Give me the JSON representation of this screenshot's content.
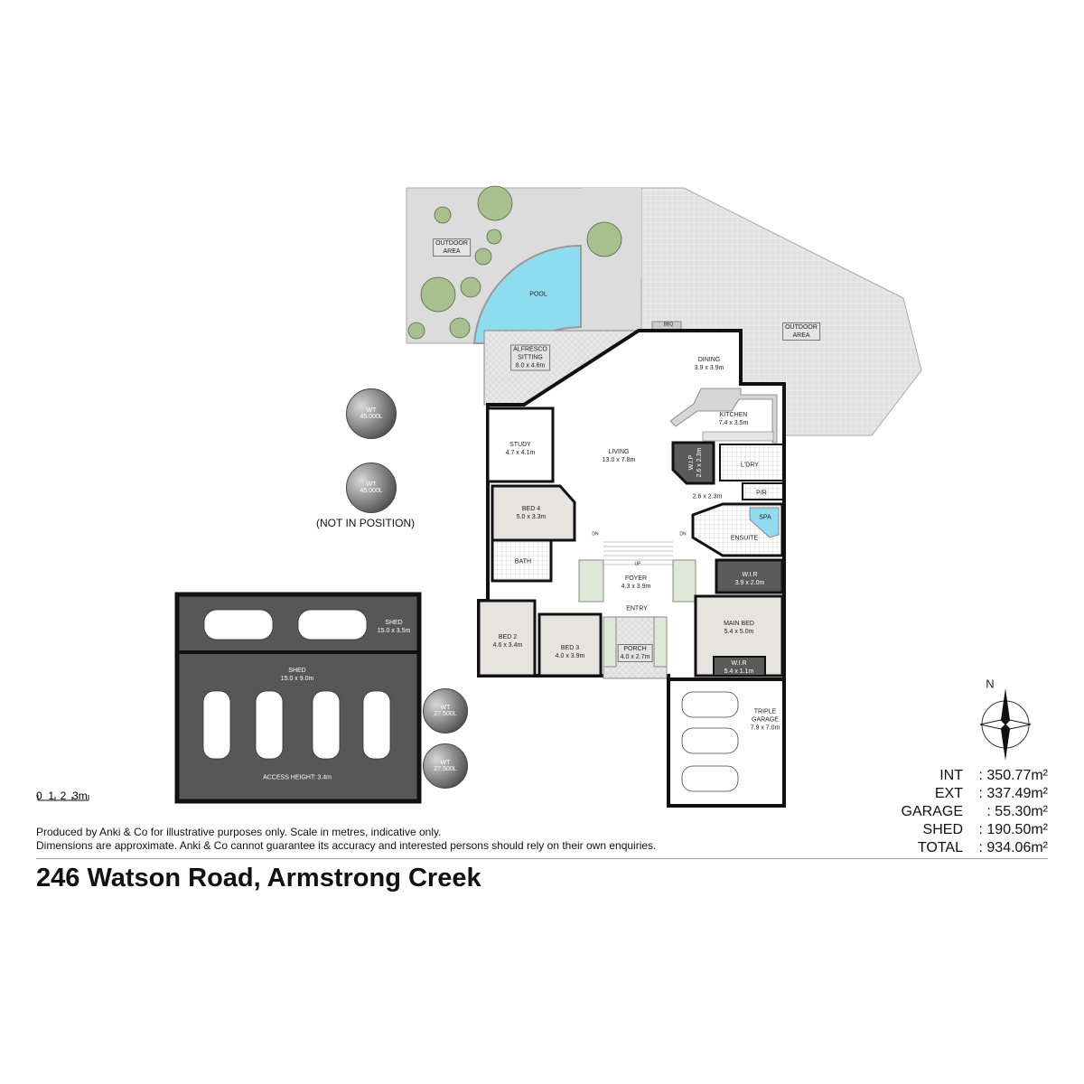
{
  "rooms": {
    "outdoor_left": [
      "OUTDOOR",
      "AREA"
    ],
    "outdoor_right": [
      "OUTDOOR",
      "AREA"
    ],
    "pool": "POOL",
    "bbq": "BBQ",
    "alfresco": [
      "ALFRESCO",
      "SITTING",
      "8.0 x 4.6m"
    ],
    "dining": [
      "DINING",
      "3.9 x 3.9m"
    ],
    "kitchen": [
      "KITCHEN",
      "7.4 x 3.5m"
    ],
    "study": [
      "STUDY",
      "4.7 x 4.1m"
    ],
    "living": [
      "LIVING",
      "13.0 x 7.8m"
    ],
    "wip": [
      "W.I.P",
      "2.6 x 2.3m"
    ],
    "laundry": "L'DRY",
    "hall": "2.6 x 2.3m",
    "pr": "P/R",
    "spa": "SPA",
    "ensuite": "ENSUITE",
    "bed4": [
      "BED 4",
      "5.0 x 3.3m"
    ],
    "bath": "BATH",
    "foyer": [
      "FOYER",
      "4.3 x 3.9m"
    ],
    "up": "UP",
    "dn": "DN",
    "wir1": [
      "W.I.R",
      "3.9 x 2.0m"
    ],
    "entry": "ENTRY",
    "bed2": [
      "BED 2",
      "4.6 x 3.4m"
    ],
    "bed3": [
      "BED 3",
      "4.0 x 3.9m"
    ],
    "porch": [
      "PORCH",
      "4.0 x 2.7m"
    ],
    "main_bed": [
      "MAIN BED",
      "5.4 x 5.0m"
    ],
    "wir2": [
      "W.I.R",
      "5.4 x 1.1m"
    ],
    "garage": [
      "TRIPLE",
      "GARAGE",
      "7.9 x 7.0m"
    ],
    "shed_small": [
      "SHED",
      "15.0 x 3.5m"
    ],
    "shed_large": [
      "SHED",
      "15.0 x 9.0m"
    ],
    "access_height": "ACCESS HEIGHT: 3.4m"
  },
  "tanks": [
    [
      "WT",
      "45.000L"
    ],
    [
      "WT",
      "45.000L"
    ],
    [
      "WT",
      "27.500L"
    ],
    [
      "WT",
      "27.500L"
    ]
  ],
  "not_in_position": "(NOT IN POSITION)",
  "compass": "N",
  "areas": [
    {
      "label": "INT",
      "value": ": 350.77m²"
    },
    {
      "label": "EXT",
      "value": ": 337.49m²"
    },
    {
      "label": "GARAGE",
      "value": ":   55.30m²"
    },
    {
      "label": "SHED",
      "value": ": 190.50m²"
    },
    {
      "label": "TOTAL",
      "value": ": 934.06m²"
    }
  ],
  "scale": "0  1  2  3m",
  "disclaimer": [
    "Produced by Anki & Co for illustrative purposes only. Scale in metres, indicative only.",
    "Dimensions are approximate. Anki & Co cannot guarantee its accuracy and interested persons should rely on their own enquiries."
  ],
  "address": "246 Watson Road, Armstrong Creek",
  "colors": {
    "pool": "#8fdcee",
    "shed": "#575757",
    "bedroom": "#e6e4df",
    "planter": "#dde8d6",
    "outdoor": "#dcdcdc"
  }
}
